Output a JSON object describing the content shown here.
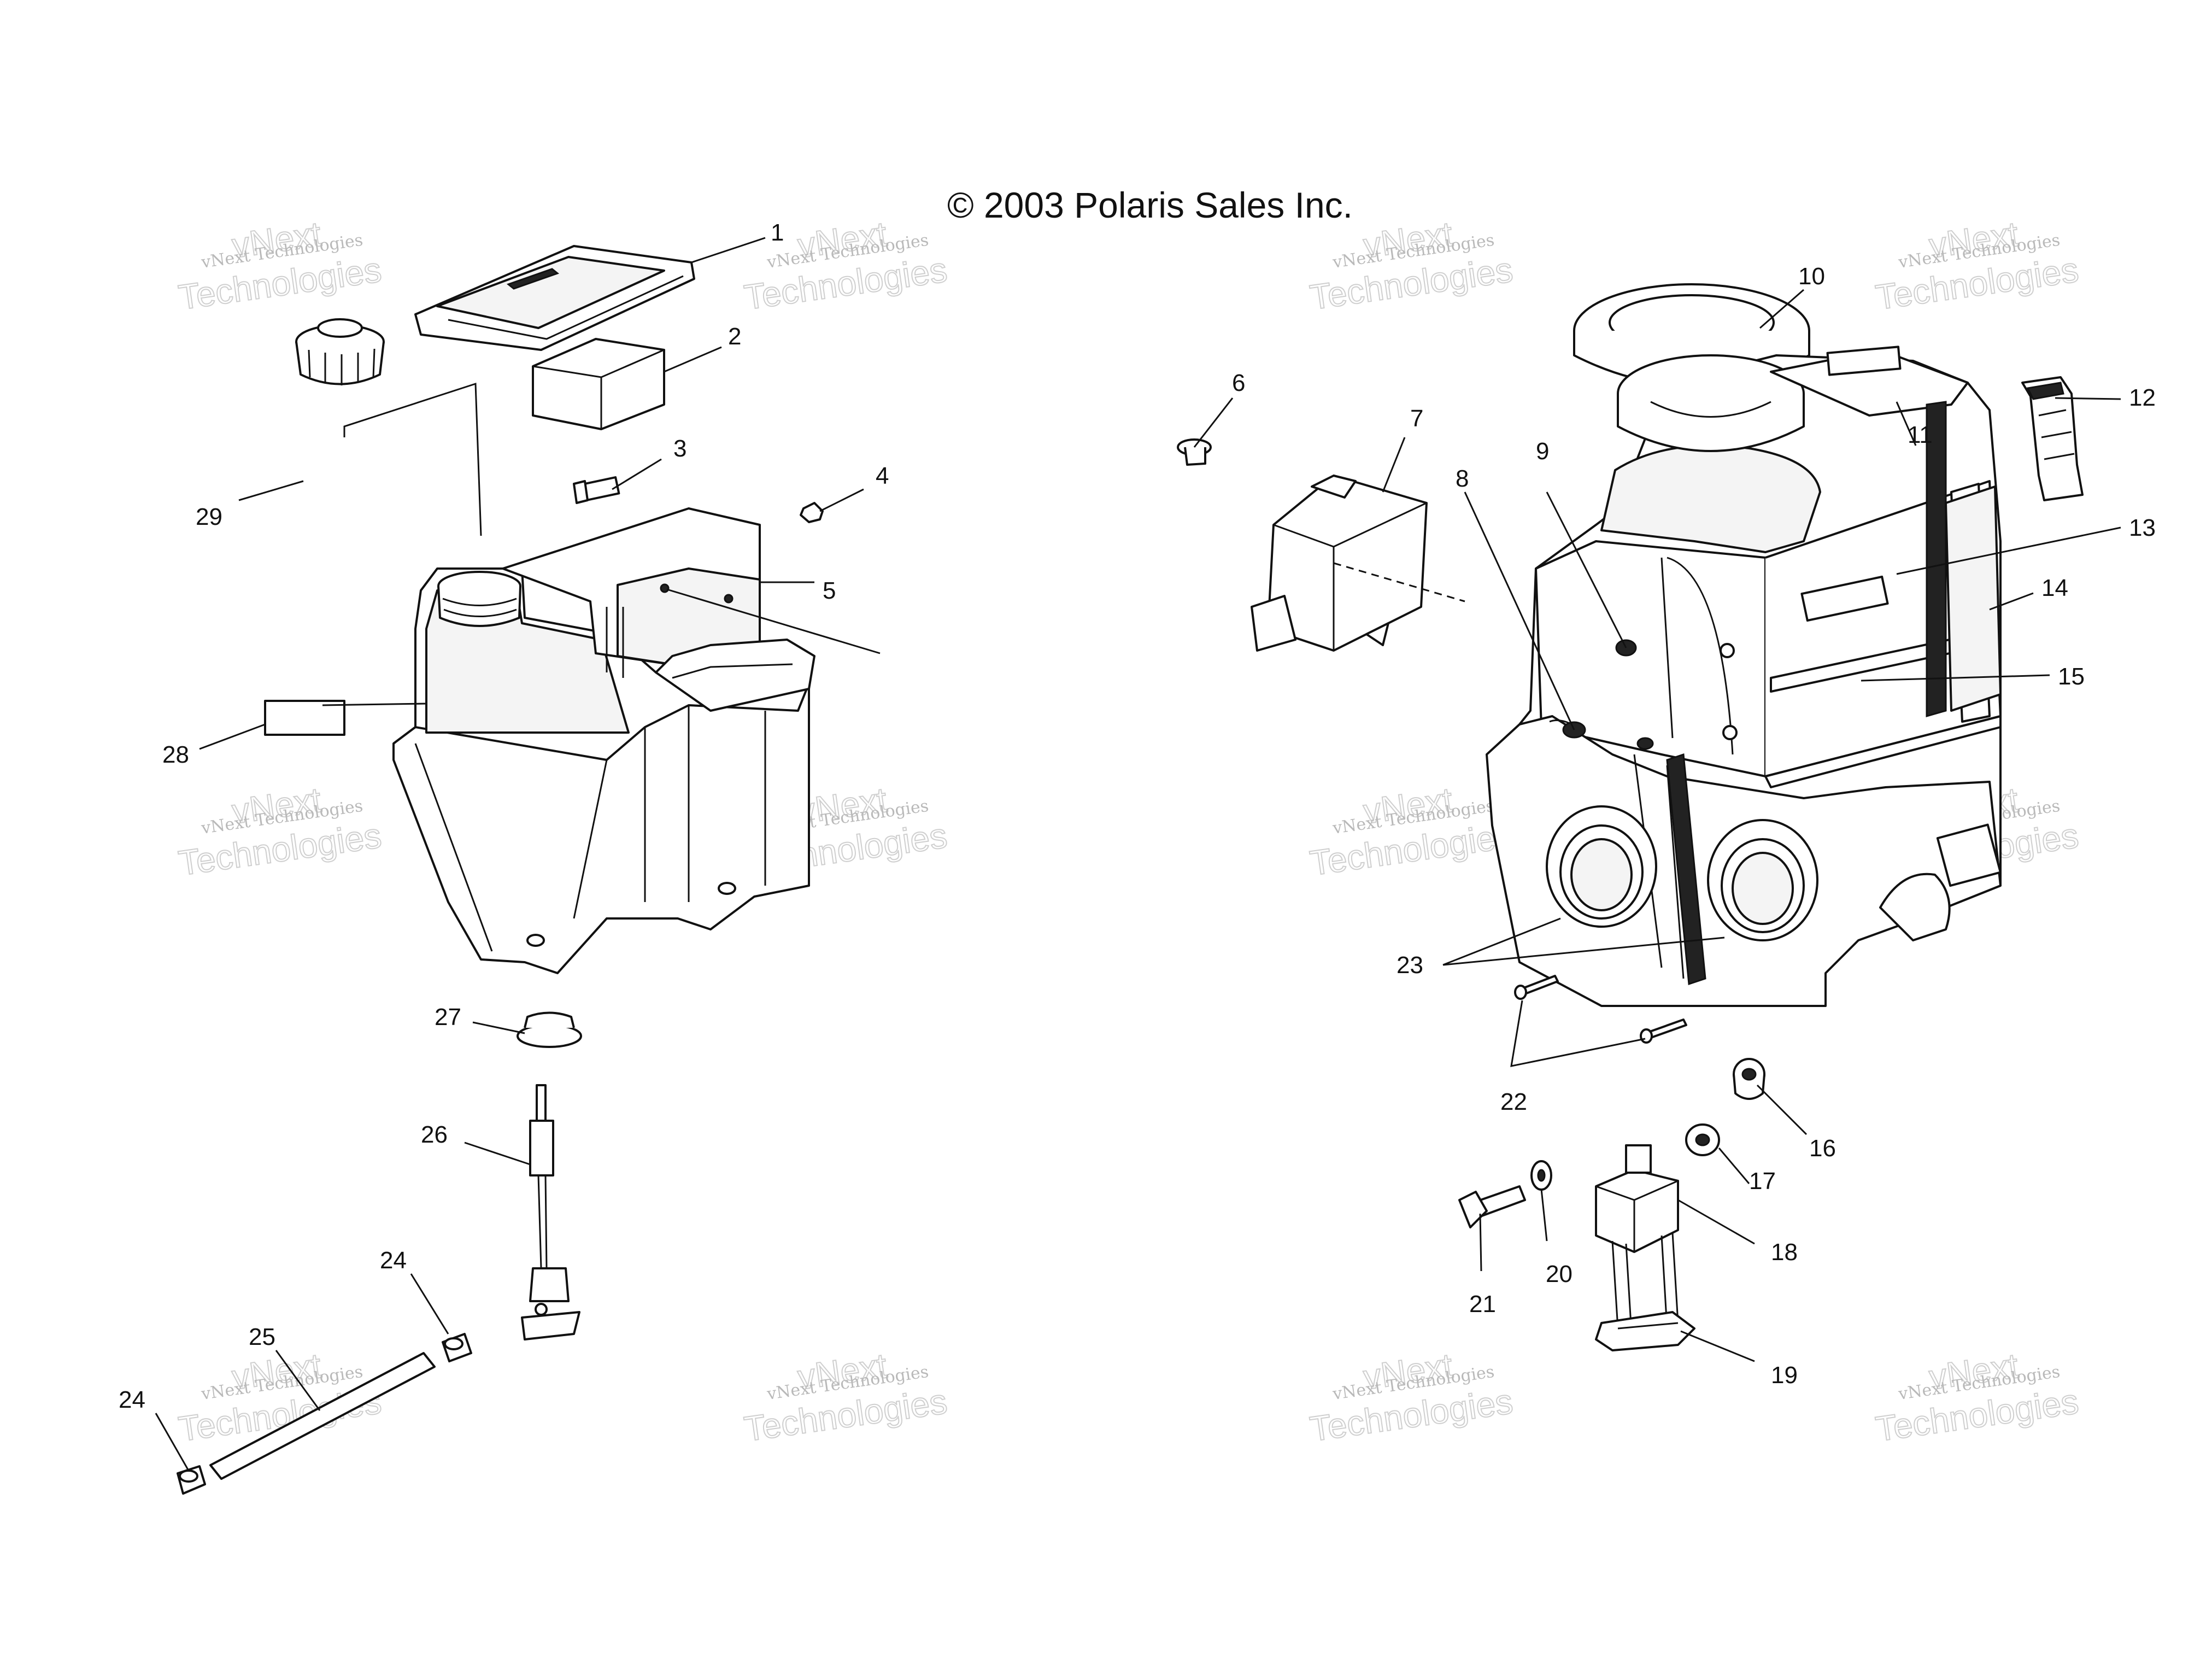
{
  "title": "© 2003 Polaris Sales Inc.",
  "watermark": {
    "line1": "vNext Technologies",
    "line2": "Technologies",
    "line3": "vNext"
  },
  "callouts": [
    "1",
    "2",
    "3",
    "4",
    "5",
    "6",
    "7",
    "8",
    "9",
    "10",
    "11",
    "12",
    "13",
    "14",
    "15",
    "16",
    "17",
    "18",
    "19",
    "20",
    "21",
    "22",
    "23",
    "24",
    "24",
    "25",
    "26",
    "27",
    "28",
    "29"
  ],
  "colors": {
    "ink": "#111111",
    "paper": "#ffffff",
    "watermark": "#c8c8c8"
  }
}
